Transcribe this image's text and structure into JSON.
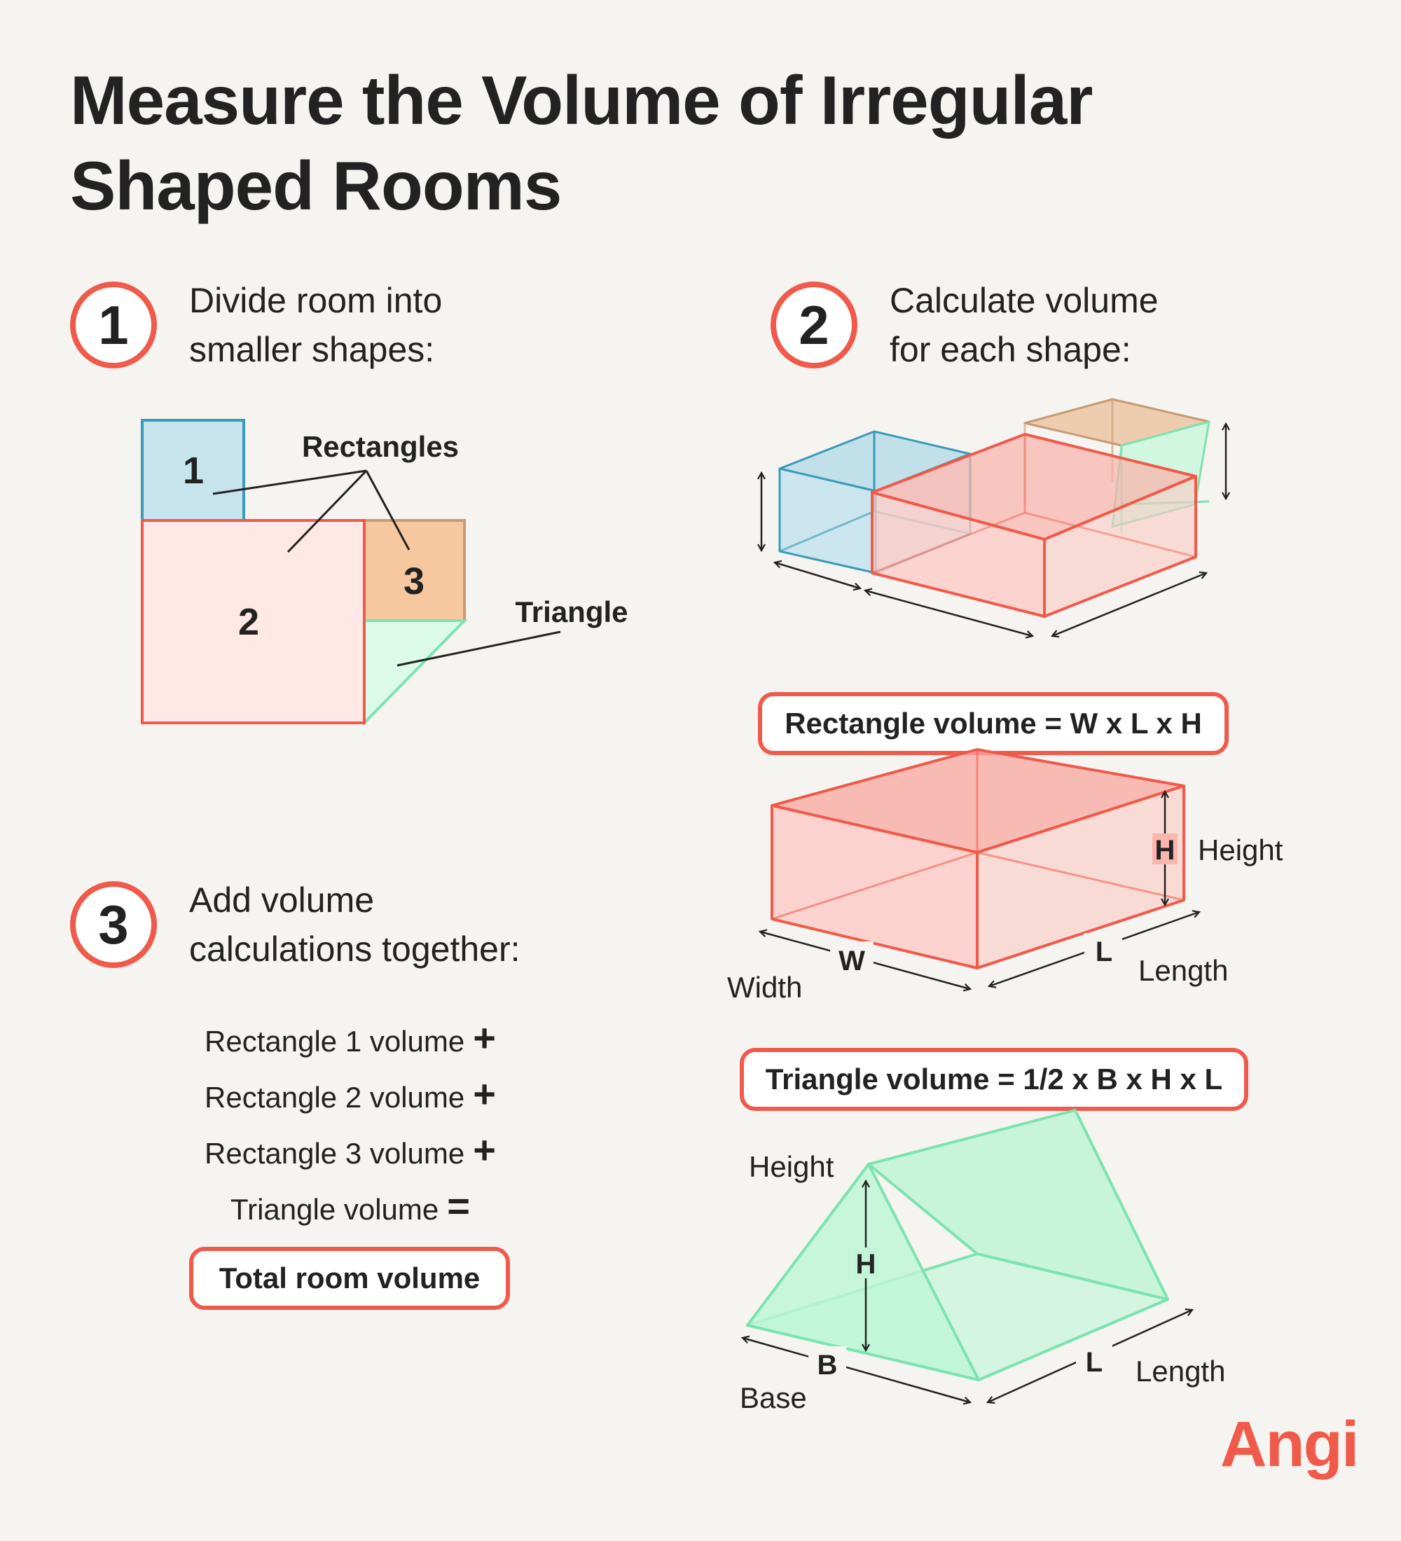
{
  "title": {
    "line1": "Measure the Volume of Irregular",
    "line2": "Shaped Rooms"
  },
  "steps": [
    {
      "number": "1",
      "line1": "Divide room into",
      "line2": "smaller shapes:"
    },
    {
      "number": "2",
      "line1": "Calculate volume",
      "line2": "for each shape:"
    },
    {
      "number": "3",
      "line1": "Add volume",
      "line2": "calculations together:"
    }
  ],
  "floorplan": {
    "shape1": "1",
    "shape2": "2",
    "shape3": "3",
    "rectangles_label": "Rectangles",
    "triangle_label": "Triangle"
  },
  "sum": {
    "lines": [
      {
        "text": "Rectangle 1 volume",
        "op": "+"
      },
      {
        "text": "Rectangle 2 volume",
        "op": "+"
      },
      {
        "text": "Rectangle 3 volume",
        "op": "+"
      },
      {
        "text": "Triangle volume",
        "op": "="
      }
    ],
    "total": "Total room volume"
  },
  "rectangle_formula": {
    "formula": "Rectangle volume = W x L x H",
    "h": "H",
    "height": "Height",
    "w": "W",
    "width": "Width",
    "l": "L",
    "length": "Length"
  },
  "triangle_formula": {
    "formula": "Triangle volume = 1/2 x B x H x L",
    "h": "H",
    "height": "Height",
    "b": "B",
    "base": "Base",
    "l": "L",
    "length": "Length"
  },
  "brand": {
    "logo": "Angi"
  },
  "colors": {
    "accent_red": "#f05a4b",
    "blue": "#3a9ab8",
    "blue_fill": "#c7e4ee",
    "tan": "#c79a72",
    "tan_fill": "#f7c8a0",
    "pink_fill": "#ffe8e6",
    "green": "#7de3b0",
    "green_fill": "#dcfaea",
    "background": "#f5f4f0"
  }
}
